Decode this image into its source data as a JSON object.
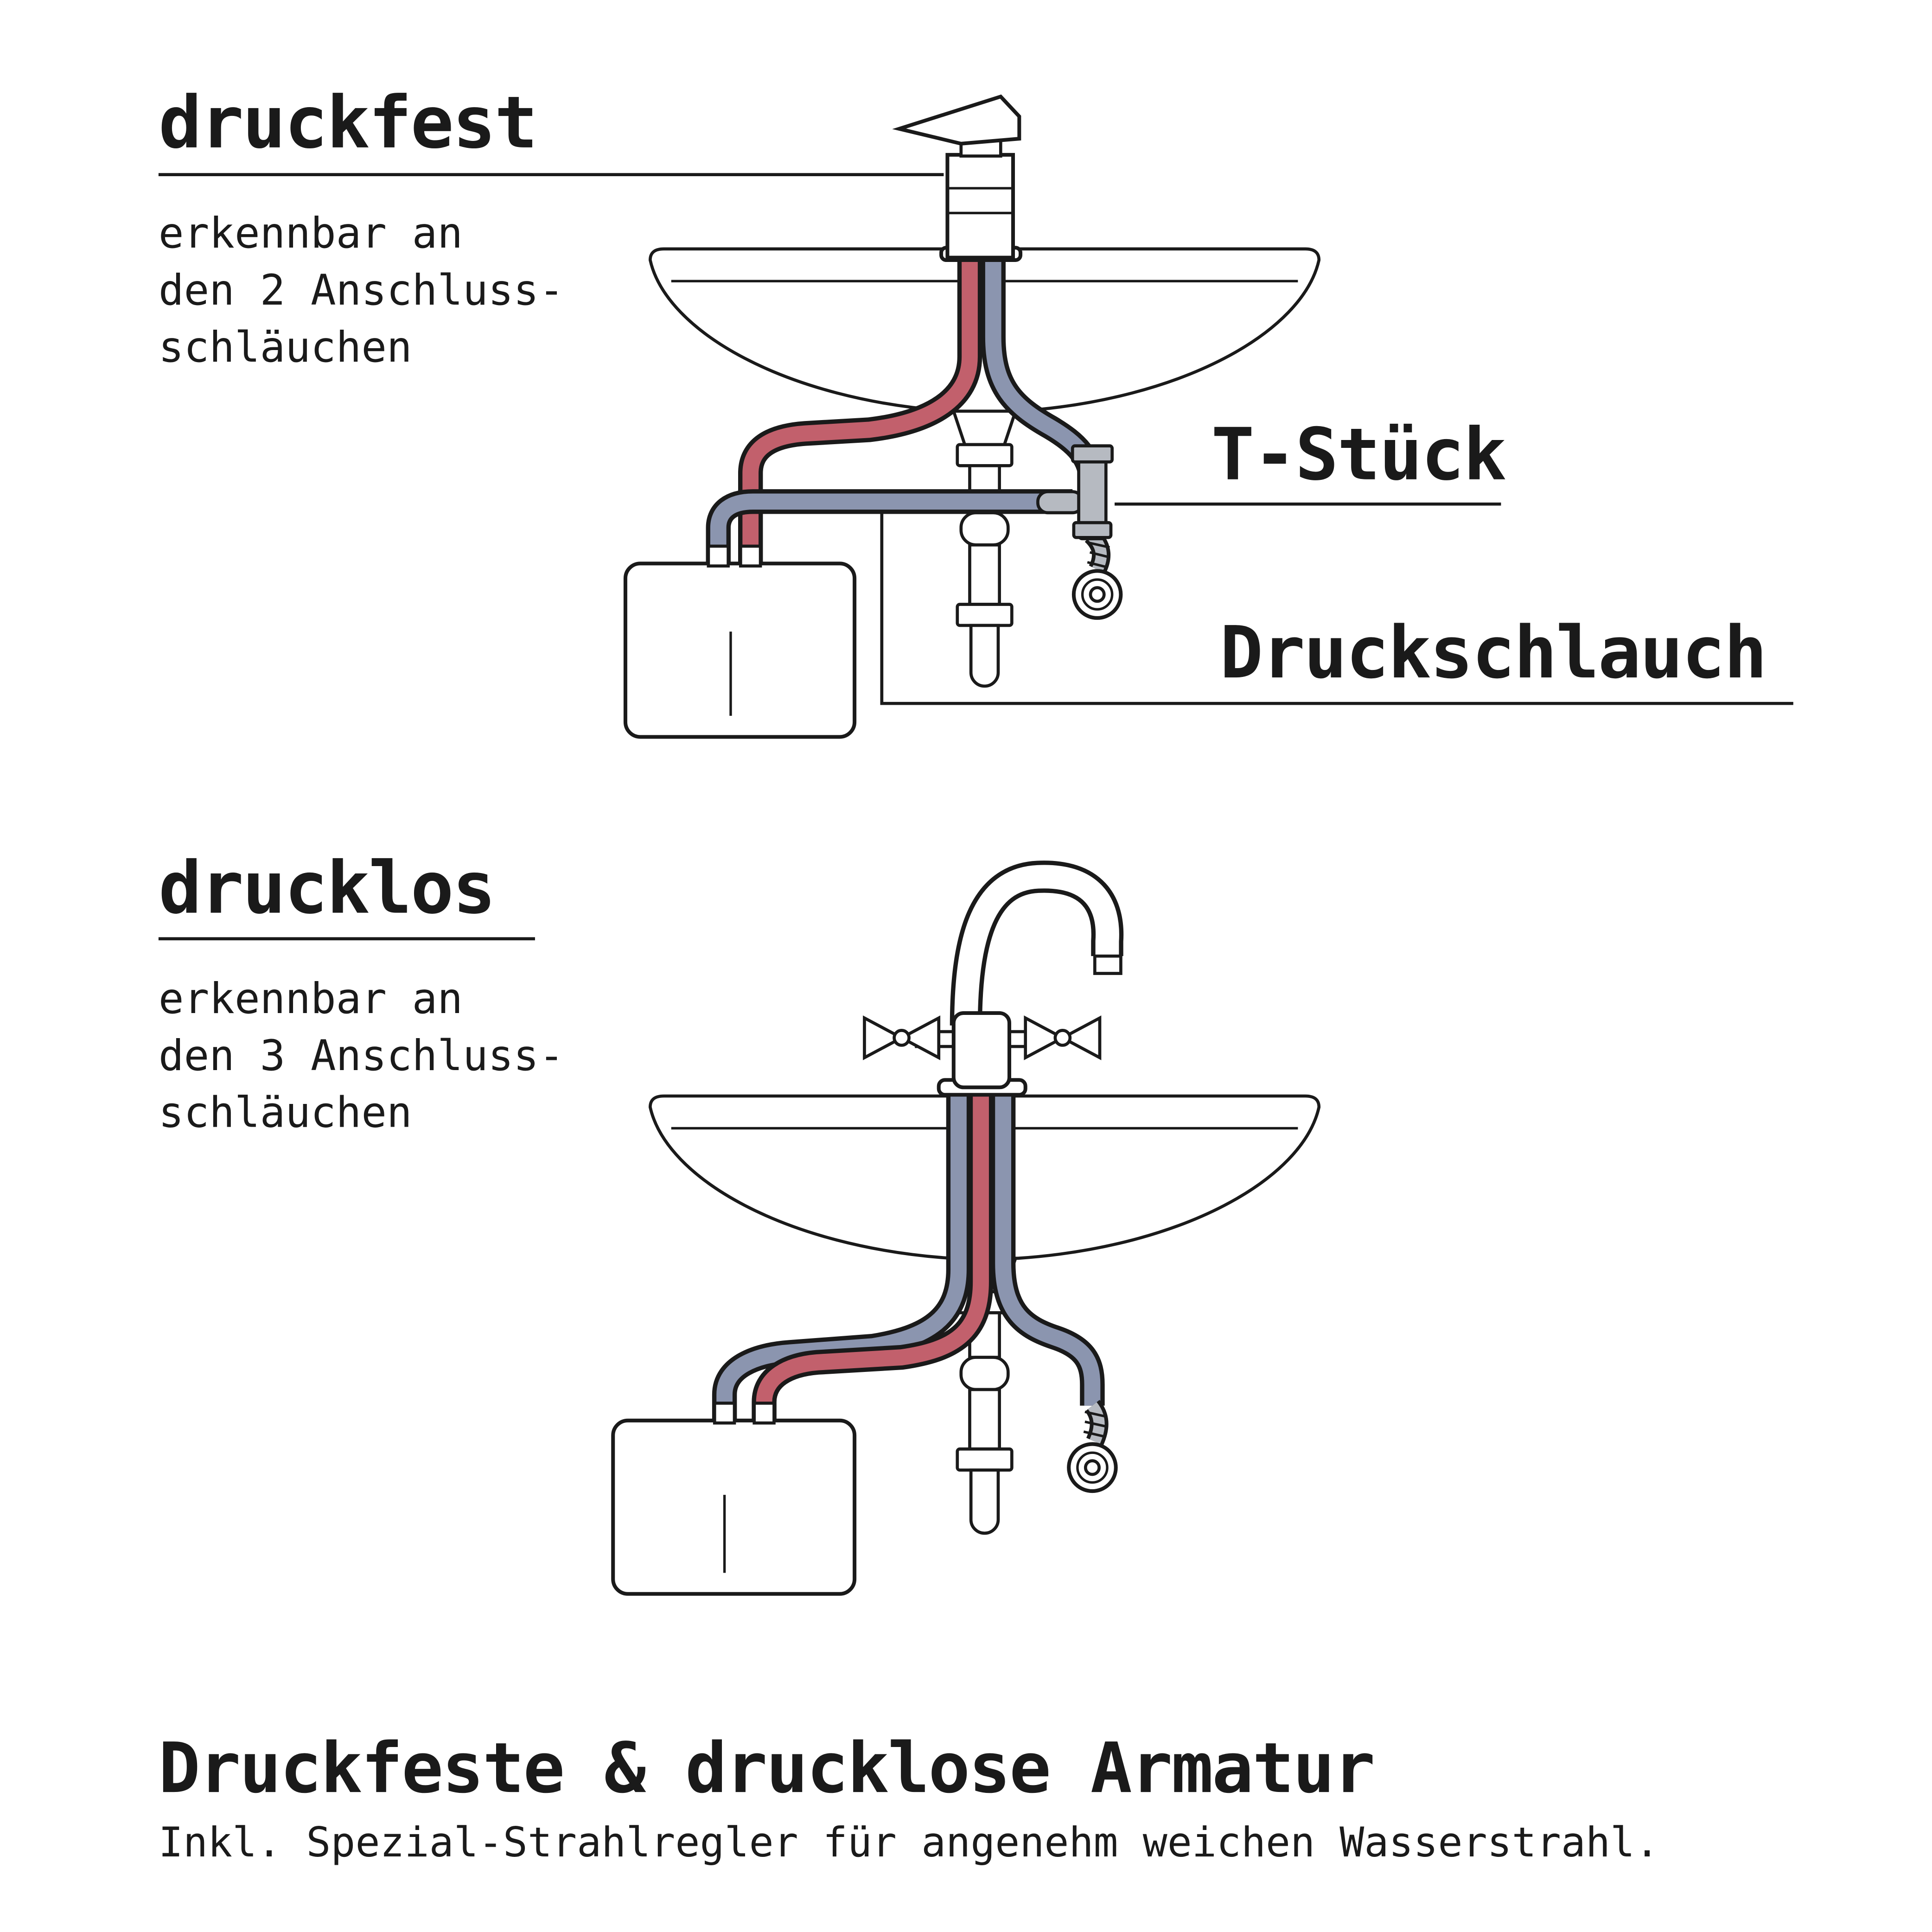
{
  "page": {
    "bg": "#ffffff"
  },
  "colors": {
    "outline": "#1a1a1a",
    "pipe_hot": "#c2606c",
    "pipe_cold": "#8b95af",
    "fitting_gray": "#b6bac1"
  },
  "section_druckfest": {
    "heading": "druckfest",
    "description_lines": [
      "erkennbar an",
      "den 2 Anschluss-",
      "schläuchen"
    ],
    "label_t_stueck": "T-Stück",
    "label_druckschlauch": "Druckschlauch"
  },
  "section_drucklos": {
    "heading": "drucklos",
    "description_lines": [
      "erkennbar an",
      "den 3 Anschluss-",
      "schläuchen"
    ]
  },
  "footer": {
    "title": "Druckfeste & drucklose Armatur",
    "subtitle": "Inkl. Spezial-Strahlregler für angenehm weichen Wasserstrahl."
  }
}
